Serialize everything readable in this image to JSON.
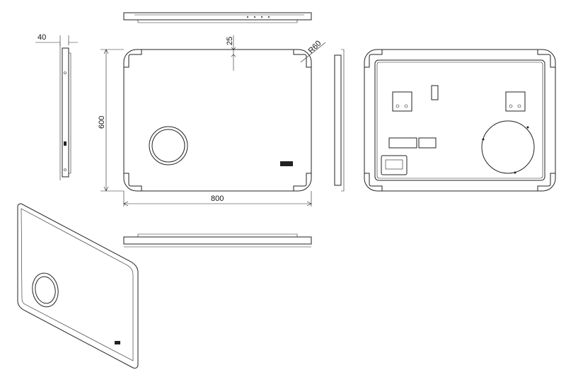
{
  "dimensions": {
    "depth": "40",
    "led_inset": "25",
    "corner_radius": "R60",
    "height": "600",
    "width": "800"
  }
}
